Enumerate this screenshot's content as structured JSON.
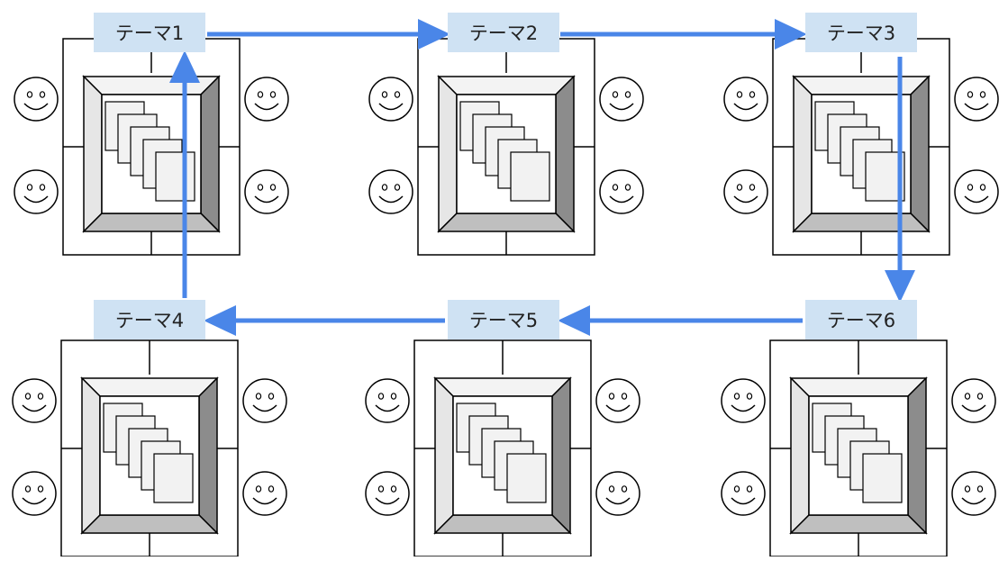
{
  "diagram": {
    "themes": [
      {
        "id": "t1",
        "label": "テーマ1"
      },
      {
        "id": "t2",
        "label": "テーマ2"
      },
      {
        "id": "t3",
        "label": "テーマ3"
      },
      {
        "id": "t4",
        "label": "テーマ4"
      },
      {
        "id": "t5",
        "label": "テーマ5"
      },
      {
        "id": "t6",
        "label": "テーマ6"
      }
    ],
    "flow": [
      "t1",
      "t2",
      "t3",
      "t6",
      "t5",
      "t4",
      "t1"
    ],
    "seats_per_table": 4,
    "documents_per_table": 5,
    "colors": {
      "arrow": "#4a86e8",
      "label_bg": "#cfe2f3",
      "line": "#000000",
      "bevel_top": "#f3f3f3",
      "bevel_left": "#e6e6e6",
      "bevel_right": "#8c8c8c",
      "bevel_bottom": "#bfbfbf",
      "paper": "#f2f2f2"
    }
  }
}
